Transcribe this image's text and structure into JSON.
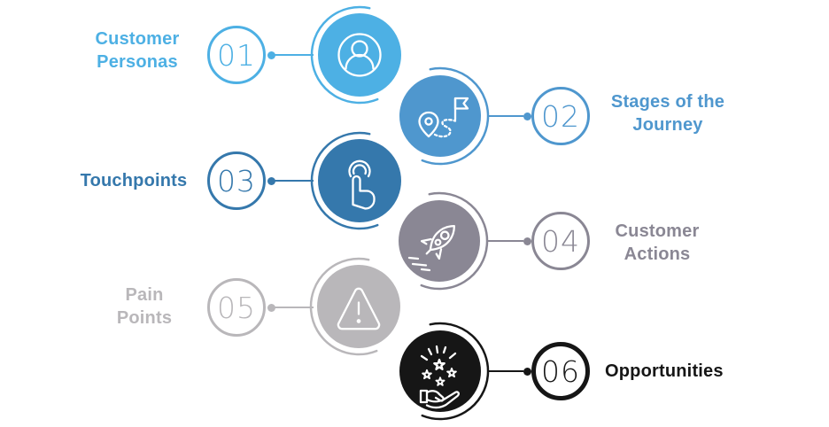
{
  "canvas": {
    "background": "#ffffff"
  },
  "items": [
    {
      "number": "01",
      "label_lines": [
        "Customer",
        "Personas"
      ],
      "color": "#4DB0E4",
      "icon": "user-avatar-icon",
      "side": "icon-right"
    },
    {
      "number": "02",
      "label_lines": [
        "Stages of the",
        "Journey"
      ],
      "color": "#4F97CE",
      "icon": "journey-map-icon",
      "side": "icon-left"
    },
    {
      "number": "03",
      "label_lines": [
        "Touchpoints"
      ],
      "color": "#3578AC",
      "icon": "touch-tap-icon",
      "side": "icon-right"
    },
    {
      "number": "04",
      "label_lines": [
        "Customer",
        "Actions"
      ],
      "color": "#8A8794",
      "icon": "rocket-icon",
      "side": "icon-left"
    },
    {
      "number": "05",
      "label_lines": [
        "Pain",
        "Points"
      ],
      "color": "#B9B7BA",
      "icon": "warning-triangle-icon",
      "side": "icon-right"
    },
    {
      "number": "06",
      "label_lines": [
        "Opportunities"
      ],
      "color": "#161616",
      "icon": "hand-stars-icon",
      "side": "icon-left"
    }
  ]
}
